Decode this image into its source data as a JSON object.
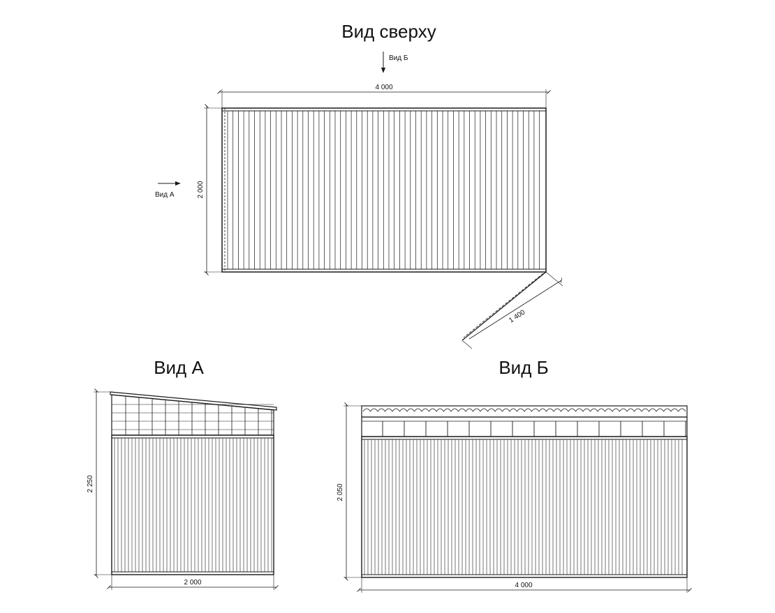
{
  "titles": {
    "top": "Вид сверху",
    "view_a": "Вид А",
    "view_b": "Вид Б"
  },
  "markers": {
    "view_a": "Вид А",
    "view_b": "Вид Б"
  },
  "dimensions": {
    "top_width": "4 000",
    "top_depth": "2 000",
    "gate_length": "1 400",
    "a_height": "2 250",
    "a_width": "2 000",
    "b_height": "2 050",
    "b_width": "4 000"
  },
  "colors": {
    "line": "#1a1a1a",
    "background": "#ffffff"
  }
}
